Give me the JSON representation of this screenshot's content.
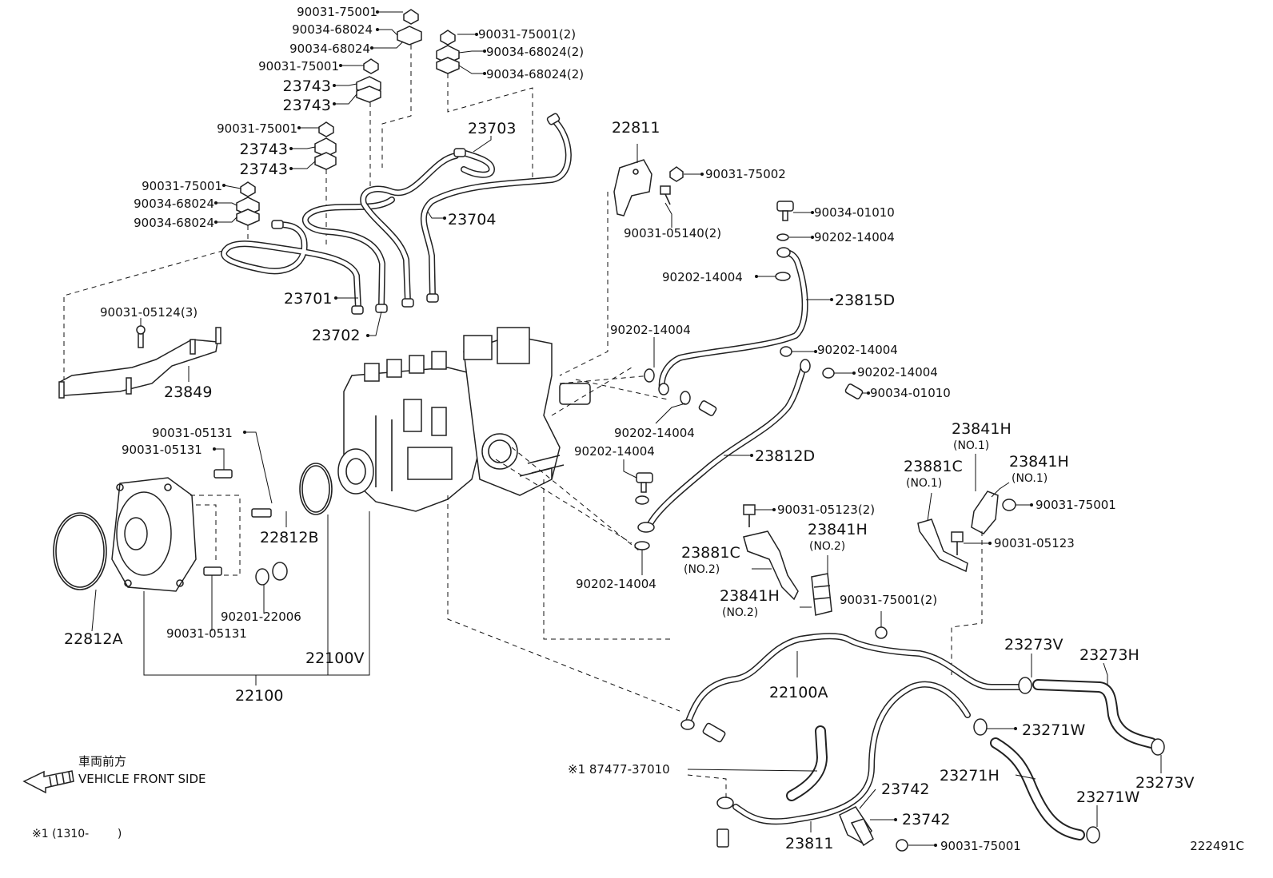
{
  "labels": {
    "p90031_75001_a": "90031-75001",
    "p90034_68024_a": "90034-68024",
    "p90034_68024_b": "90034-68024",
    "p90031_75001_b": "90031-75001",
    "p23743_a": "23743",
    "p23743_b": "23743",
    "p90031_75001_c": "90031-75001",
    "p23743_c": "23743",
    "p23743_d": "23743",
    "p90031_75001_d": "90031-75001",
    "p90034_68024_c": "90034-68024",
    "p90034_68024_d": "90034-68024",
    "p90031_75001_2": "90031-75001(2)",
    "p90034_68024_2a": "90034-68024(2)",
    "p90034_68024_2b": "90034-68024(2)",
    "p23703": "23703",
    "p23704": "23704",
    "p23701": "23701",
    "p23702": "23702",
    "p90031_05124_3": "90031-05124(3)",
    "p23849": "23849",
    "p22811": "22811",
    "p90031_75002": "90031-75002",
    "p90031_05140_2": "90031-05140(2)",
    "p90034_01010_a": "90034-01010",
    "p90202_14004_a": "90202-14004",
    "p90202_14004_b": "90202-14004",
    "p23815d": "23815D",
    "p90202_14004_c": "90202-14004",
    "p90202_14004_d": "90202-14004",
    "p90202_14004_e": "90202-14004",
    "p90034_01010_b": "90034-01010",
    "p90202_14004_f": "90202-14004",
    "p90202_14004_g": "90202-14004",
    "p23812d": "23812D",
    "p90202_14004_h": "90202-14004",
    "p90031_05131_a": "90031-05131",
    "p90031_05131_b": "90031-05131",
    "p22812b": "22812B",
    "p22812a": "22812A",
    "p90201_22006": "90201-22006",
    "p90031_05131_c": "90031-05131",
    "p22100v": "22100V",
    "p22100": "22100",
    "p23841h_no1_a": "23841H",
    "no1_a": "(NO.1)",
    "p23881c_no1": "23881C",
    "no1_b": "(NO.1)",
    "p23841h_no1_b": "23841H",
    "no1_c": "(NO.1)",
    "p90031_75001_e": "90031-75001",
    "p90031_05123": "90031-05123",
    "p90031_05123_2": "90031-05123(2)",
    "p23841h_no2_a": "23841H",
    "no2_a": "(NO.2)",
    "p23881c_no2": "23881C",
    "no2_b": "(NO.2)",
    "p23841h_no2_b": "23841H",
    "no2_c": "(NO.2)",
    "p90031_75001_2b": "90031-75001(2)",
    "p22100a": "22100A",
    "p23273v_a": "23273V",
    "p23273h": "23273H",
    "p23271w_a": "23271W",
    "p23271h": "23271H",
    "p23273v_b": "23273V",
    "p23271w_b": "23271W",
    "p87477": "※1 87477-37010",
    "p23742_a": "23742",
    "p23742_b": "23742",
    "p23811": "23811",
    "p90031_75001_f": "90031-75001",
    "front_jp": "車両前方",
    "front_en": "VEHICLE FRONT SIDE",
    "footnote": "※1 (1310-        )",
    "diagram_id": "222491C"
  },
  "icons": {
    "front_arrow": "arrow-left-hatched-icon"
  }
}
